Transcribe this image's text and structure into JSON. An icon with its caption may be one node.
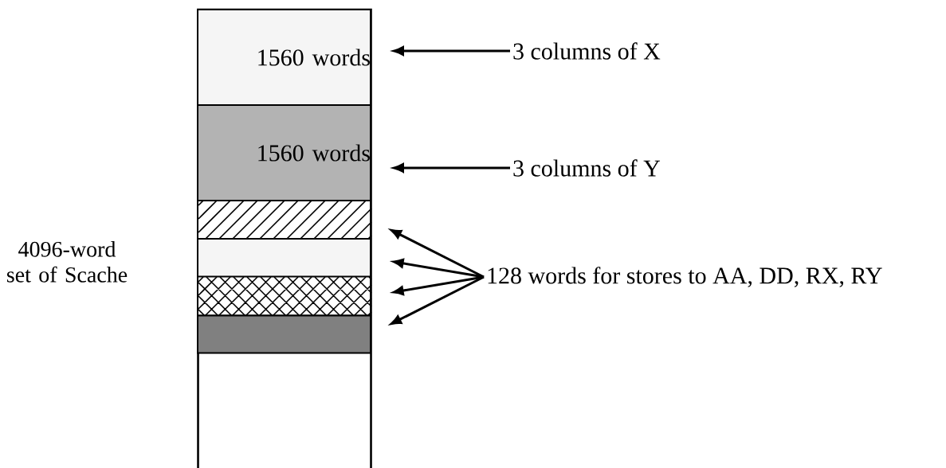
{
  "diagram": {
    "nodes": [
      {
        "text": [],
        "shape": "box",
        "beside": [
          "4096-word set of Scache"
        ]
      },
      {
        "text": [
          "1560 words"
        ],
        "in": 0
      },
      {
        "text": [
          "1560 words"
        ],
        "in": 0
      },
      {
        "text": [],
        "shape": "bar",
        "in": 0
      },
      {
        "text": [],
        "shape": "bar",
        "in": 0
      },
      {
        "text": [],
        "shape": "bar",
        "in": 0
      },
      {
        "text": [],
        "shape": "bar",
        "in": 0
      },
      {
        "text": [
          "3 columns of X"
        ]
      },
      {
        "text": [
          "3 columns of Y"
        ]
      },
      {
        "text": [
          "128 words for stores to AA, DD, RX, RY"
        ]
      }
    ],
    "edges": [
      {
        "from": 7,
        "to": 1,
        "arrow": "to"
      },
      {
        "from": 8,
        "to": 2,
        "arrow": "to"
      },
      {
        "from": 9,
        "to": 3,
        "arrow": "to"
      },
      {
        "from": 9,
        "to": 4,
        "arrow": "to"
      },
      {
        "from": 9,
        "to": 5,
        "arrow": "to"
      },
      {
        "from": 9,
        "to": 6,
        "arrow": "to"
      }
    ]
  }
}
